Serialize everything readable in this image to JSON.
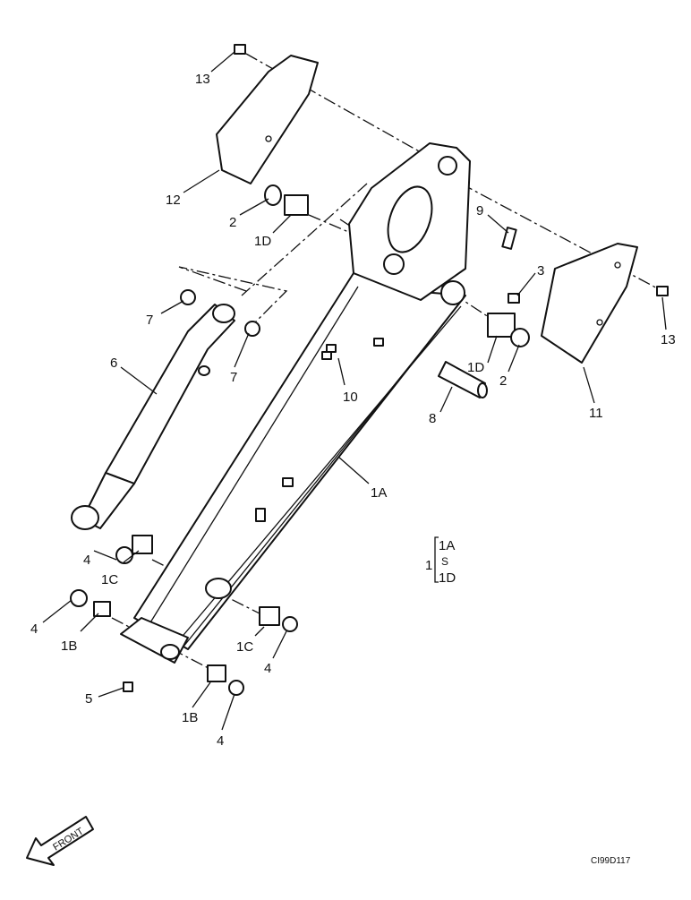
{
  "diagram": {
    "callouts": {
      "c13a": "13",
      "c12": "12",
      "c2a": "2",
      "c1Da": "1D",
      "c9": "9",
      "c3": "3",
      "c13b": "13",
      "c7a": "7",
      "c7b": "7",
      "c6": "6",
      "c10": "10",
      "c1Db": "1D",
      "c2b": "2",
      "c11": "11",
      "c8": "8",
      "c1A": "1A",
      "c4a": "4",
      "c1Ca": "1C",
      "c4b": "4",
      "c1Ba": "1B",
      "c1Cb": "1C",
      "c4c": "4",
      "c5": "5",
      "c1Bb": "1B",
      "c4d": "4"
    },
    "assembly_key": {
      "parent": "1",
      "first": "1A",
      "range_mark": "S",
      "last": "1D"
    },
    "front_label": "FRONT",
    "drawing_number": "CI99D117"
  }
}
